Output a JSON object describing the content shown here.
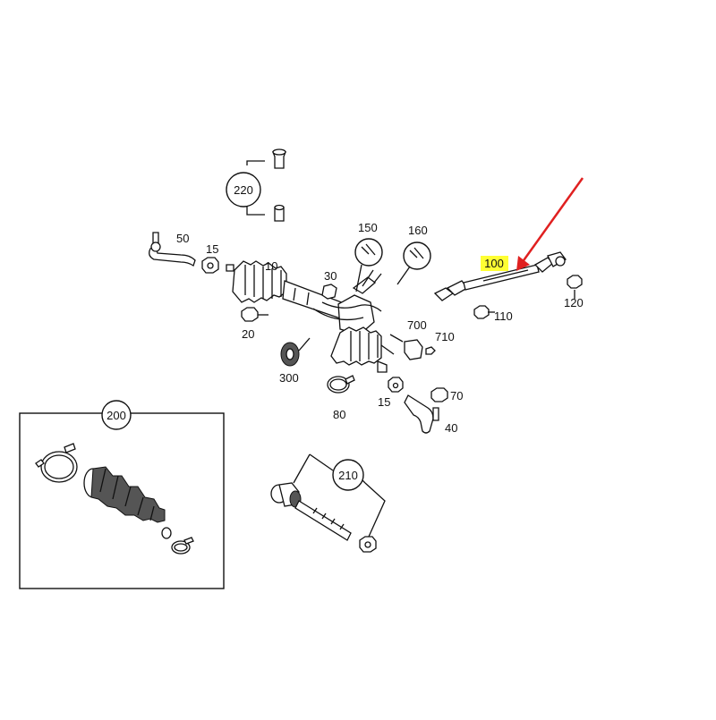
{
  "diagram": {
    "labels": {
      "p10": "10",
      "p15a": "15",
      "p15b": "15",
      "p20": "20",
      "p30": "30",
      "p40": "40",
      "p50": "50",
      "p70": "70",
      "p80": "80",
      "p100": "100",
      "p110": "110",
      "p120": "120",
      "p150": "150",
      "p160": "160",
      "p200": "200",
      "p210": "210",
      "p220": "220",
      "p300": "300",
      "p700": "700",
      "p710": "710"
    },
    "colors": {
      "highlight": "#ffff33",
      "arrow": "#e02020",
      "line": "#111111"
    }
  }
}
